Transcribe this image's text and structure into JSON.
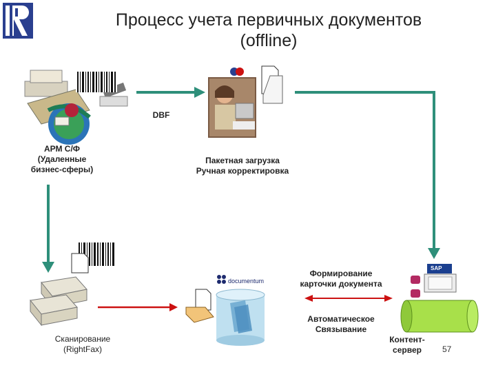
{
  "title": {
    "line1": "Процесс учета первичных документов",
    "line2": "(offline)"
  },
  "labels": {
    "dbf": "DBF",
    "arm_line1": "АРМ С/Ф",
    "arm_line2": "(Удаленные",
    "arm_line3": "бизнес-сферы)",
    "batch_line1": "Пакетная загрузка",
    "batch_line2": "Ручная корректировка",
    "form_line1": "Формирование",
    "form_line2": "карточки документа",
    "auto_line1": "Автоматическое",
    "auto_line2": "Связывание",
    "scan_line1": "Сканирование",
    "scan_line2": "(RightFax)",
    "content_line1": "Контент-",
    "content_line2": "сервер",
    "documentum": "documentum",
    "sap": "SAP"
  },
  "page_number": "57",
  "colors": {
    "flow_arrow": "#2e8f7a",
    "red_arrow": "#cc1111",
    "teal_arrow": "#1a9c8c",
    "logo_blue": "#2a3f8f",
    "content_green": "#a8e04a"
  },
  "icons": [
    "hse-logo",
    "workstation-illustration",
    "barcode-icon",
    "document-icon",
    "operator-photo",
    "scanner-icon",
    "documentum-database-icon",
    "sap-content-server-icon"
  ]
}
